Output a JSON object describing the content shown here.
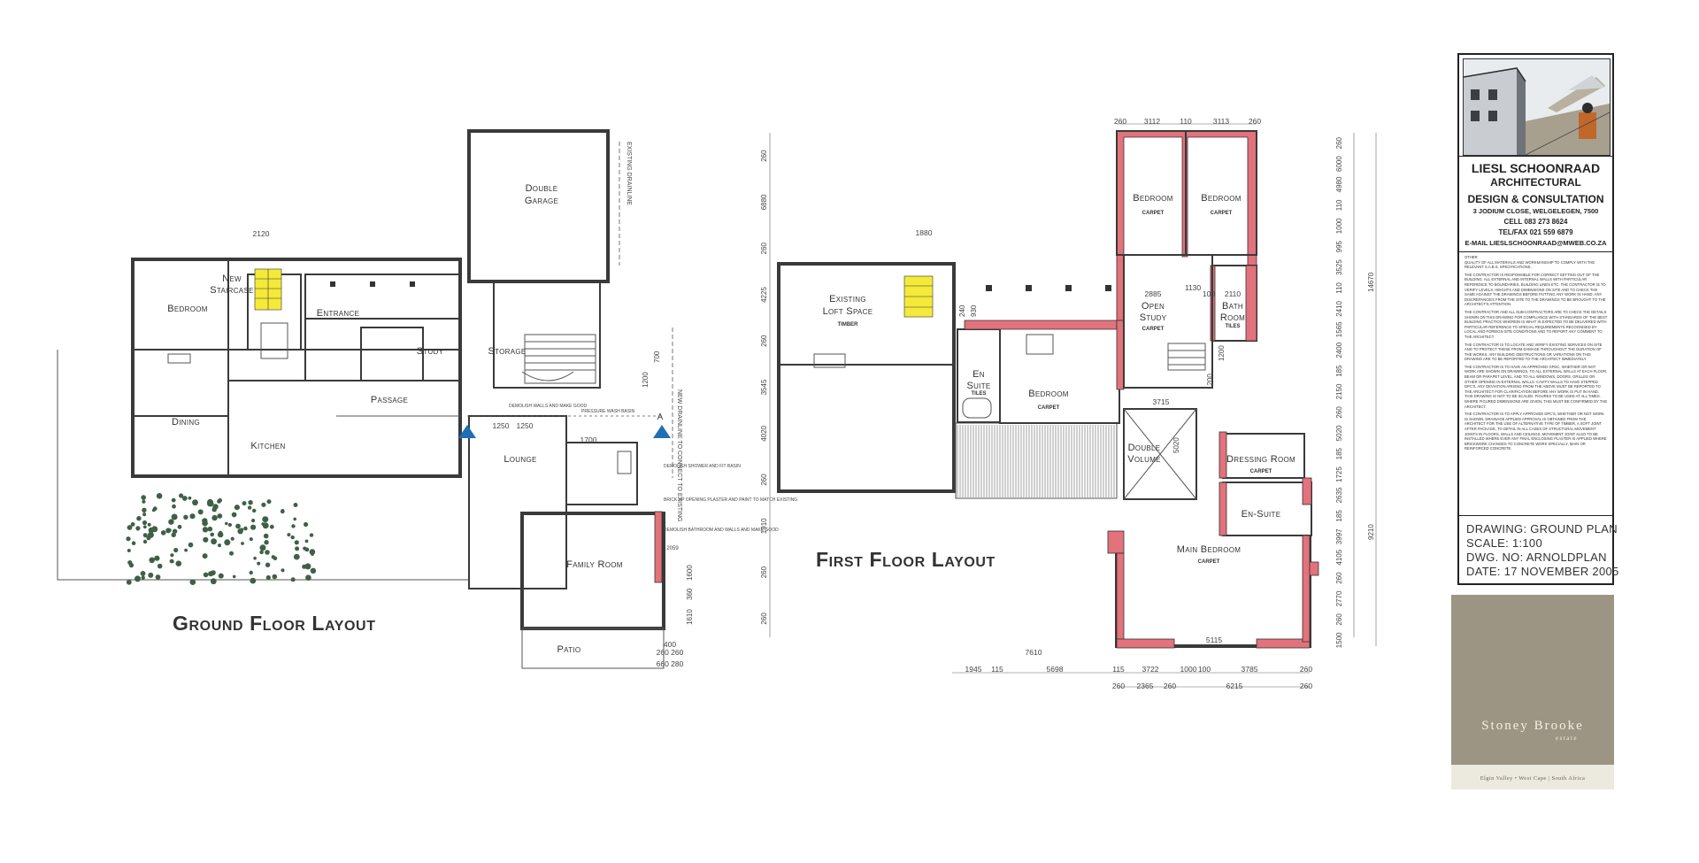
{
  "ground_floor": {
    "title": "Ground Floor Layout",
    "rooms": {
      "bedroom": "Bedroom",
      "new_staircase_1": "New",
      "new_staircase_2": "Staircase",
      "entrance": "Entrance",
      "study": "Study",
      "storage": "Storage",
      "double_garage_1": "Double",
      "double_garage_2": "Garage",
      "passage": "Passage",
      "dining": "Dining",
      "kitchen": "Kitchen",
      "lounge": "Lounge",
      "family_room": "Family Room",
      "patio": "Patio"
    },
    "labels": {
      "existing_drainline": "EXISTING DRAINLINE",
      "new_drainline": "NEW DRAINLINE TO CONNECT TO EXISTING",
      "demolish_walls": "DEMOLISH WALLS AND MAKE GOOD",
      "wash_basin": "PRESSURE WASH BASIN",
      "demolish_shower": "DEMOLISH SHOWER AND FIT BASIN",
      "brick_up": "BRICK UP OPENING PLASTER AND PAINT TO MATCH EXISTING",
      "demolish_bathroom": "DEMOLISH BATHROOM AND WALLS AND MAKE GOOD",
      "section_a": "A"
    },
    "dims": {
      "d2120": "2120",
      "d1250a": "1250",
      "d1250b": "1250",
      "d1700": "1700",
      "d1200": "1200",
      "d700": "700",
      "d1610": "1610",
      "d360": "360",
      "d1600": "1600",
      "d2059": "2059",
      "d400": "400",
      "d260_260": "260 260",
      "d660_280": "660 280"
    }
  },
  "first_floor": {
    "title": "First Floor Layout",
    "rooms": {
      "loft_1": "Existing",
      "loft_2": "Loft Space",
      "timber": "TIMBER",
      "bedroom_a": "Bedroom",
      "bedroom_b": "Bedroom",
      "carpet_a": "CARPET",
      "carpet_b": "CARPET",
      "open_study_1": "Open",
      "open_study_2": "Study",
      "carpet_study": "CARPET",
      "bath_1": "Bath",
      "bath_2": "Room",
      "tiles_bath": "TILES",
      "en_suite_1": "En",
      "en_suite_2": "Suite",
      "tiles_ens": "TILES",
      "bedroom_c": "Bedroom",
      "carpet_c": "CARPET",
      "double_1": "Double",
      "double_2": "Volume",
      "dressing": "Dressing Room",
      "carpet_dress": "CARPET",
      "en_suite_main": "En-Suite",
      "main_bedroom": "Main Bedroom",
      "carpet_main": "CARPET"
    },
    "dims": {
      "d1880": "1880",
      "d260a": "260",
      "d3112": "3112",
      "d110": "110",
      "d3113": "3113",
      "d260b": "260",
      "d2885": "2885",
      "d1130": "1130",
      "d100": "100",
      "d2110": "2110",
      "d240": "240",
      "d930": "930",
      "d3715": "3715",
      "d5020": "5020",
      "d5115": "5115",
      "d7610": "7610",
      "d1945": "1945",
      "d115a": "115",
      "d5698": "5698",
      "d115b": "115",
      "d3722": "3722",
      "d1000": "1000",
      "d100b": "100",
      "d3785": "3785",
      "d260c": "260",
      "d260d": "260",
      "d2365": "2365",
      "d260e": "260",
      "d6215": "6215",
      "d260f": "260",
      "d1200a": "1200",
      "d1200b": "1200",
      "left_dims": [
        "260",
        "6880",
        "260",
        "4225",
        "260",
        "3545",
        "4020",
        "260",
        "1910",
        "260",
        "260"
      ],
      "right_dims_1": [
        "260",
        "6000",
        "4980",
        "110",
        "1000",
        "995",
        "3525",
        "110",
        "2410",
        "1565",
        "2400",
        "185",
        "2150",
        "260",
        "5020",
        "185",
        "1725",
        "2635",
        "185",
        "3997",
        "4105",
        "260",
        "2770",
        "260",
        "1500"
      ],
      "right_total": "14670",
      "right_total_2": "9210"
    }
  },
  "title_block": {
    "firm_1": "LIESL SCHOONRAAD",
    "firm_2": "ARCHITECTURAL",
    "firm_3": "DESIGN & CONSULTATION",
    "address": "3 JODIUM CLOSE, WELGELEGEN, 7500",
    "cell": "CELL 083 273 8624",
    "fax": "TEL/FAX 021 559 6879",
    "email": "E-MAIL LIESLSCHOONRAAD@MWEB.CO.ZA",
    "notes_head": "OTHER",
    "notes": [
      "QUALITY OF ALL MATERIALS AND WORKMANSHIP TO COMPLY WITH THE RELEVANT S.A.B.S. SPECIFICATIONS.",
      "THE CONTRACTOR IS RESPONSIBLE FOR CORRECT SETTING OUT OF THE BUILDING. ALL EXTERNAL AND INTERNAL WALLS WITH PARTICULAR REFERENCE TO BOUNDARIES, BUILDING LINES ETC. THE CONTRACTOR IS TO VERIFY LEVELS, HEIGHTS AND DIMENSIONS ON SITE AND TO CHECK THE SAME AGAINST THE DRAWINGS BEFORE PUTTING ANY WORK IN HAND. ANY DISCREPANCIES FROM THE SITE TO THE DRAWINGS TO BE BROUGHT TO THE ARCHITECT'S ATTENTION.",
      "THE CONTRACTOR AND ALL SUB-CONTRACTORS ARE TO CHECK THE DETAILS SHOWN ON THIS DRAWING FOR COMPLIANCE WITH STANDARDS OF THE BEST BUILDING PRACTICE WHEREIN IS WHAT IS EXPECTED TO BE DELIVERED WITH PARTICULAR REFERENCE TO SPECIAL REQUIREMENTS RECOGNISED BY LOCAL AND FOREIGN SITE CONDITIONS AND TO REPORT ANY COMMENT TO THE ARCHITECT.",
      "THE CONTRACTOR IS TO LOCATE AND VERIFY EXISTING SERVICES ON SITE AND TO PROTECT THESE FROM DAMAGE THROUGHOUT THE DURATION OF THE WORKS. ANY BUILDING OBSTRUCTIONS OR VARIATIONS ON THIS DRAWING ARE TO BE REPORTED TO THE ARCHITECT IMMEDIATELY.",
      "THE CONTRACTOR IS TO HAVE AN APPROVED GPDC, WHETHER OR NOT WORK ARE SHOWN ON DRAWINGS, TO ALL EXTERNAL WALLS AT EACH FLOOR, BEAM OR PARAPET LEVEL, AND TO ALL WINDOWS, DOORS, GRILLES OR OTHER OPENING IN EXTERNAL WALLS. CAVITY WALLS TO HAVE STEPPED DPC'S. ANY DEVIATION ARISING FROM THE ABOVE MUST BE REPORTED TO THE ARCHITECT FOR CLARIFICATION BEFORE ANY WORK IS PUT IN HAND. THIS DRAWING IS NOT TO BE SCALED. FIGURES TO BE USED AT ALL TIMES. WHERE FIGURED DIMENSIONS ARE GIVEN, THIS MUST BE CONFIRMED BY THE ARCHITECT.",
      "THE CONTRACTOR IS TO APPLY APPROVED DPC'S, WHETHER OR NOT WORK IS SHOWN. DRAINAGE APPLIED APPROVAL IS OBTAINED FROM THE ARCHITECT FOR THE USE OF ALTERNATIVE TYPE OF TIMBER, A SOFT JOINT AFTER PACKAGE, TO DETAIL IN ALL CASES OF STRUCTURAL MOVEMENT JOINTS IN FLOORS, WALLS AND CEILINGS. MOVEMENT JOINT ALSO TO BE INSTALLED WHERE EVER ANY FINAL ENCLOSING PLASTER IS APPLIED WHERE BRICKWORK CHANGES TO CONCRETE WORK SPECIALLY, MAIN OR REINFORCED CONCRETE."
    ],
    "drawing": "DRAWING: GROUND PLAN",
    "scale": "SCALE: 1:100",
    "dwg_no": "DWG. NO: ARNOLDPLAN",
    "date": "DATE: 17 NOVEMBER 2005"
  },
  "estate": {
    "name": "Stoney Brooke",
    "word_small": "estate",
    "location": "Elgin Valley • West Cape | South Africa"
  },
  "colors": {
    "wall_accent": "#e2727b",
    "stair": "#f5e93a",
    "arrow": "#1f6fb4",
    "tree": "#3f6048",
    "estate_bg": "#9d9583"
  }
}
